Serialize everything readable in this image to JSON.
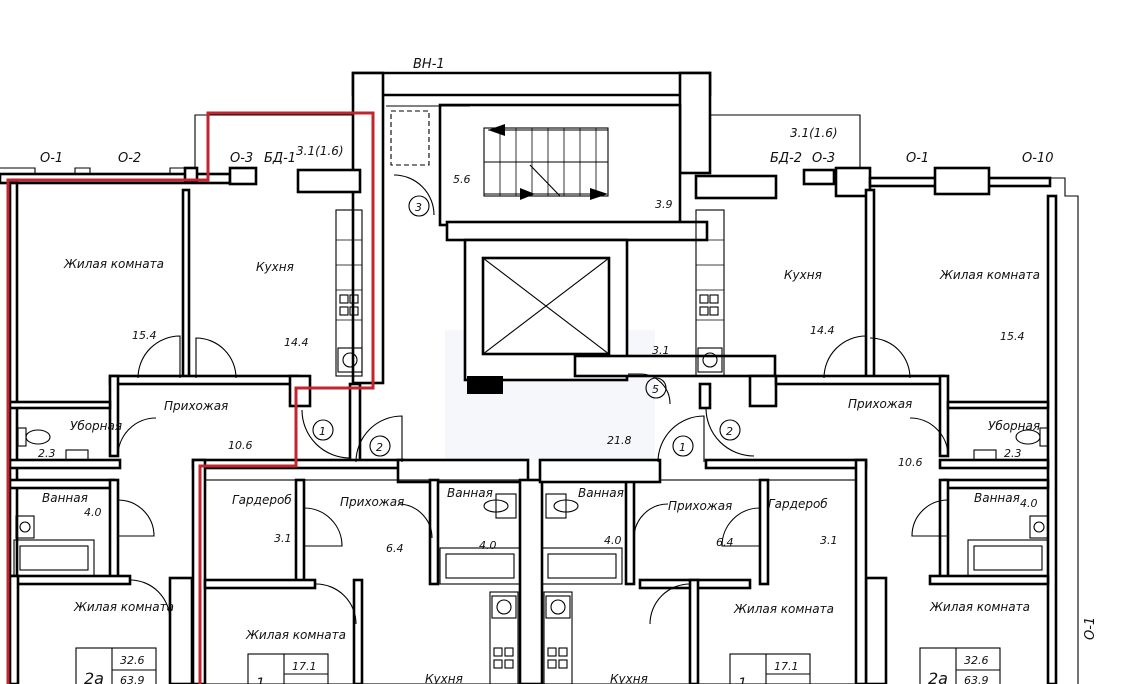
{
  "marks": {
    "vent": "ВН-1",
    "o1_left": "О-1",
    "o2_left": "О-2",
    "o3_left": "О-3",
    "bd1": "БД-1",
    "bd1_size": "3.1(1.6)",
    "o1_right": "О-1",
    "o10_right": "О-10",
    "o3_right": "О-3",
    "bd2": "БД-2",
    "bd2_size": "3.1(1.6)",
    "o1_side": "О-1"
  },
  "core": {
    "stair_area": "5.6",
    "stair_area_2": "3.9",
    "lift_area": "3.1",
    "hall_area": "21.8",
    "door_3": "3",
    "door_5": "5",
    "door_1_left": "1",
    "door_2_left": "2",
    "door_1_right": "1",
    "door_2_right": "2"
  },
  "apt_left": {
    "living": {
      "name": "Жилая комната",
      "area": "15.4"
    },
    "kitchen": {
      "name": "Кухня",
      "area": "14.4"
    },
    "hall": {
      "name": "Прихожая",
      "area": "10.6"
    },
    "wc": {
      "name": "Уборная",
      "area": "2.3"
    },
    "bath": {
      "name": "Ванная",
      "area": "4.0"
    },
    "living2": {
      "name": "Жилая комната"
    },
    "tag_total": "32.6",
    "tag_total2": "63.9",
    "tag_type": "2а"
  },
  "apt_right": {
    "living": {
      "name": "Жилая комната",
      "area": "15.4"
    },
    "kitchen": {
      "name": "Кухня",
      "area": "14.4"
    },
    "hall": {
      "name": "Прихожая",
      "area": "10.6"
    },
    "wc": {
      "name": "Уборная",
      "area": "2.3"
    },
    "bath": {
      "name": "Ванная",
      "area": "4.0"
    },
    "living2": {
      "name": "Жилая комната"
    },
    "tag_total": "32.6",
    "tag_total2": "63.9",
    "tag_type": "2а"
  },
  "apt_mid_left": {
    "wardrobe": {
      "name": "Гардероб",
      "area": "3.1"
    },
    "hall": {
      "name": "Прихожая",
      "area": "6.4"
    },
    "bath": {
      "name": "Ванная",
      "area": "4.0"
    },
    "living": {
      "name": "Жилая комната"
    },
    "kitchen": {
      "name": "Кухня"
    },
    "tag_total": "17.1",
    "tag_type": "1"
  },
  "apt_mid_right": {
    "wardrobe": {
      "name": "Гардероб",
      "area": "3.1"
    },
    "hall": {
      "name": "Прихожая",
      "area": "6.4"
    },
    "bath": {
      "name": "Ванная",
      "area": "4.0"
    },
    "living": {
      "name": "Жилая комната"
    },
    "kitchen": {
      "name": "Кухня"
    },
    "tag_total": "17.1",
    "tag_type": "1"
  }
}
